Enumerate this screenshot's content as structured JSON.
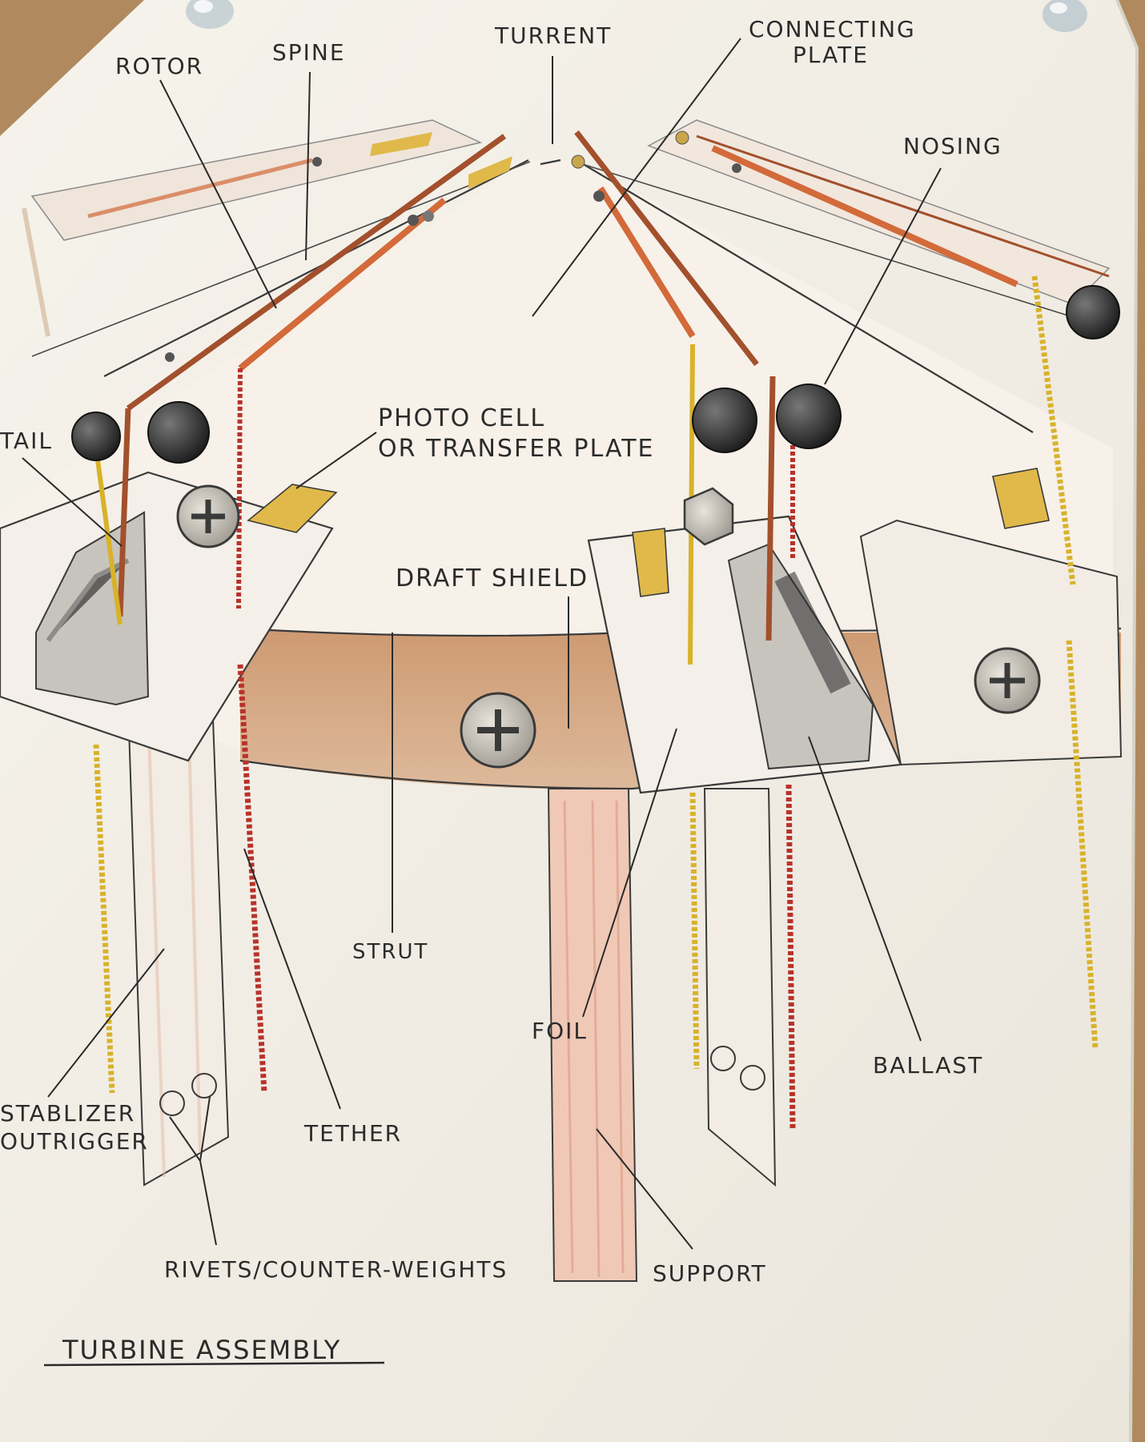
{
  "title": "TURBINE ASSEMBLY",
  "labels": {
    "rotor": "ROTOR",
    "spine": "SPINE",
    "turrent": "TURRENT",
    "connecting_plate_1": "CONNECTING",
    "connecting_plate_2": "PLATE",
    "nosing": "NOSING",
    "tail": "TAIL",
    "photo_cell_1": "PHOTO CELL",
    "photo_cell_2": "OR TRANSFER PLATE",
    "draft_shield": "DRAFT SHIELD",
    "strut": "STRUT",
    "foil": "FOIL",
    "ballast": "BALLAST",
    "stabilizer_1": "STABLIZER",
    "stabilizer_2": "OUTRIGGER",
    "tether": "TETHER",
    "rivets": "RIVETS/COUNTER-WEIGHTS",
    "support": "SUPPORT"
  },
  "colors": {
    "paper": "#f4f1ea",
    "cork": "#b08a5e",
    "rod_orange": "#d36a3a",
    "rod_brown": "#a3502c",
    "rod_red": "#b8322a",
    "rod_yellow": "#d8b22a",
    "ball_black": "#2b2b2b",
    "shield_tan": "#c98d5e",
    "cell_yellow": "#e0b94a",
    "pencil": "#3a3a3a"
  }
}
